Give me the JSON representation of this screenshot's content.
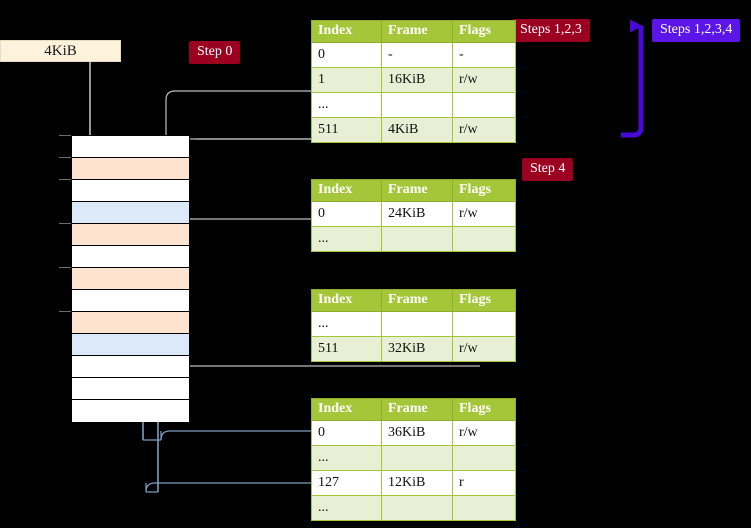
{
  "diagram": {
    "title": "multi-level page table walk",
    "background": "#000000",
    "colors": {
      "table_header": "#a5c639",
      "table_alt_row": "#e9efd4",
      "highlight": "#fbf58f",
      "badge_red": "#9b0021",
      "badge_violet": "#5c15e8",
      "mem_orange": "#fde4d0",
      "mem_blue": "#dce9f8",
      "sizebox": "#fdf3dc",
      "wire_grey": "#b9b9b9",
      "wire_blue": "#7d9dc4",
      "arrow_violet": "#4a08d8"
    }
  },
  "sizebox": {
    "label": "4KiB"
  },
  "badges": [
    {
      "id": "step0",
      "label": "Step 0",
      "style": "dark-red"
    },
    {
      "id": "steps123",
      "label": "Steps 1,2,3",
      "style": "dark-red"
    },
    {
      "id": "steps1234",
      "label": "Steps 1,2,3,4",
      "style": "violet"
    },
    {
      "id": "step4",
      "label": "Step 4",
      "style": "dark-red"
    }
  ],
  "tables": [
    {
      "id": "level0",
      "headers": [
        "Index",
        "Frame",
        "Flags"
      ],
      "rows": [
        {
          "cells": [
            "0",
            "-",
            "-"
          ],
          "alt": false,
          "highlight": []
        },
        {
          "cells": [
            "1",
            "16KiB",
            "r/w"
          ],
          "alt": true,
          "highlight": []
        },
        {
          "cells": [
            "...",
            "",
            ""
          ],
          "alt": false,
          "highlight": []
        },
        {
          "cells": [
            "511",
            "4KiB",
            "r/w"
          ],
          "alt": true,
          "highlight": [
            0,
            1,
            2
          ]
        }
      ]
    },
    {
      "id": "level1",
      "headers": [
        "Index",
        "Frame",
        "Flags"
      ],
      "rows": [
        {
          "cells": [
            "0",
            "24KiB",
            "r/w"
          ],
          "alt": false,
          "highlight": []
        },
        {
          "cells": [
            "...",
            "",
            ""
          ],
          "alt": true,
          "highlight": []
        }
      ]
    },
    {
      "id": "level2",
      "headers": [
        "Index",
        "Frame",
        "Flags"
      ],
      "rows": [
        {
          "cells": [
            "...",
            "",
            ""
          ],
          "alt": false,
          "highlight": []
        },
        {
          "cells": [
            "511",
            "32KiB",
            "r/w"
          ],
          "alt": true,
          "highlight": []
        }
      ]
    },
    {
      "id": "level3",
      "headers": [
        "Index",
        "Frame",
        "Flags"
      ],
      "rows": [
        {
          "cells": [
            "0",
            "36KiB",
            "r/w"
          ],
          "alt": false,
          "highlight": []
        },
        {
          "cells": [
            "...",
            "",
            ""
          ],
          "alt": true,
          "highlight": []
        },
        {
          "cells": [
            "127",
            "12KiB",
            "r"
          ],
          "alt": false,
          "highlight": []
        },
        {
          "cells": [
            "...",
            "",
            ""
          ],
          "alt": true,
          "highlight": []
        }
      ]
    }
  ],
  "memory_column": {
    "name": "physical-memory-frames",
    "row_count": 13,
    "rows": [
      {
        "fill": "white"
      },
      {
        "fill": "orange"
      },
      {
        "fill": "white"
      },
      {
        "fill": "blue"
      },
      {
        "fill": "orange"
      },
      {
        "fill": "white"
      },
      {
        "fill": "orange"
      },
      {
        "fill": "white"
      },
      {
        "fill": "orange"
      },
      {
        "fill": "blue"
      },
      {
        "fill": "white"
      },
      {
        "fill": "white"
      },
      {
        "fill": "white"
      }
    ]
  }
}
